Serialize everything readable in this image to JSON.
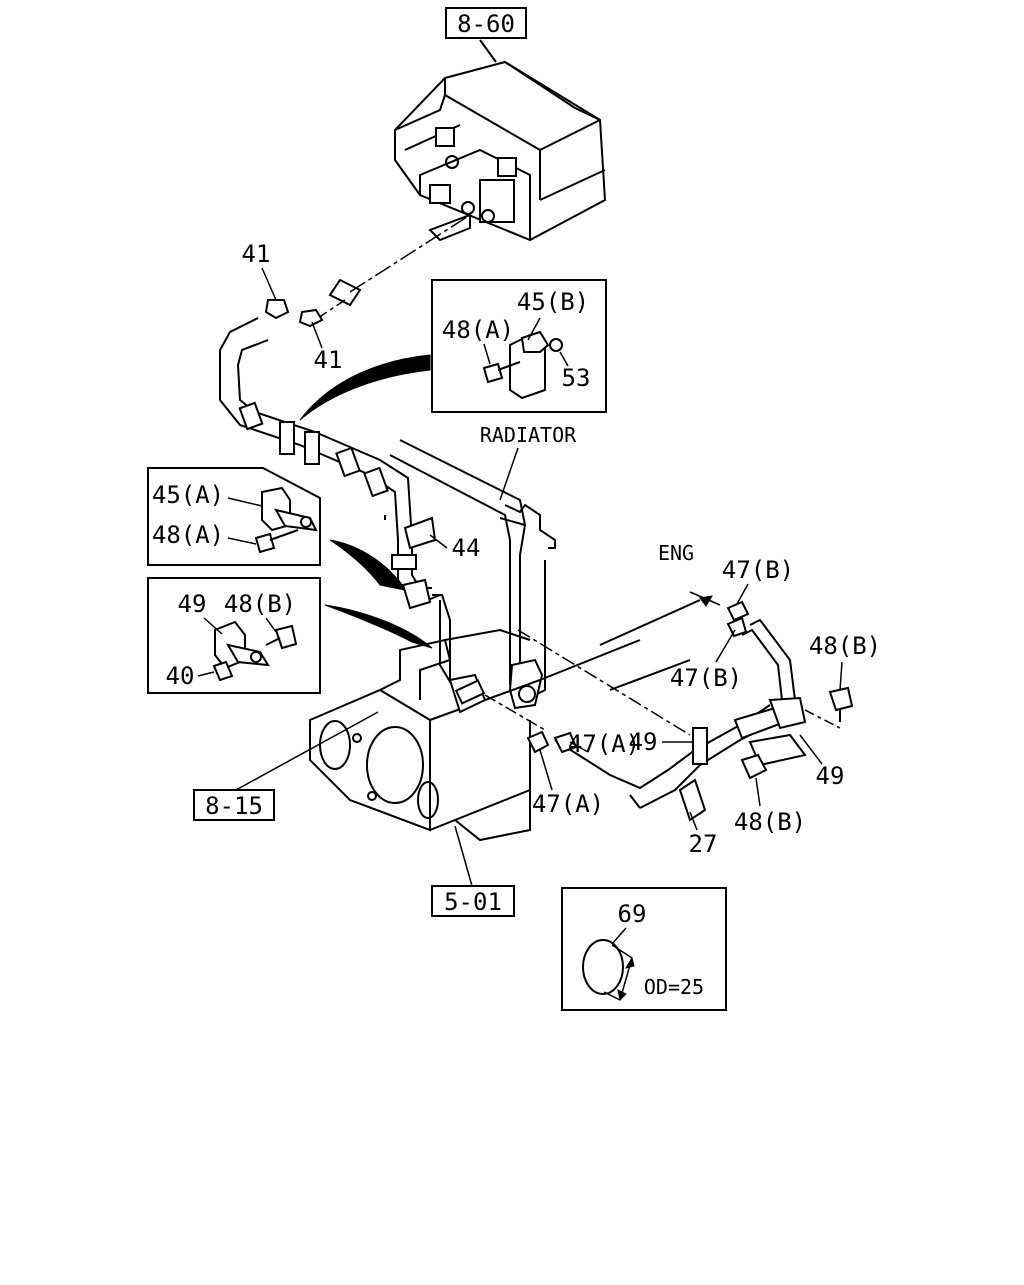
{
  "references": {
    "top": "8-60",
    "left": "8-15",
    "bottom": "5-01"
  },
  "callouts": {
    "c41a": "41",
    "c41b": "41",
    "c44": "44",
    "c27": "27",
    "c47b_top": "47(B)",
    "c47b_bottom": "47(B)",
    "c48b_right": "48(B)",
    "c48b_bottom": "48(B)",
    "c49_mid": "49",
    "c49_right": "49",
    "c47a_top": "47(A)",
    "c47a_bottom": "47(A)"
  },
  "text_labels": {
    "radiator": "RADIATOR",
    "eng": "ENG"
  },
  "insets": {
    "top": {
      "c45b": "45(B)",
      "c48a": "48(A)",
      "c53": "53"
    },
    "left_a": {
      "c45a": "45(A)",
      "c48a": "48(A)"
    },
    "left_b": {
      "c49": "49",
      "c48b": "48(B)",
      "c40": "40"
    },
    "bottom": {
      "c69": "69",
      "od": "OD=25"
    }
  }
}
